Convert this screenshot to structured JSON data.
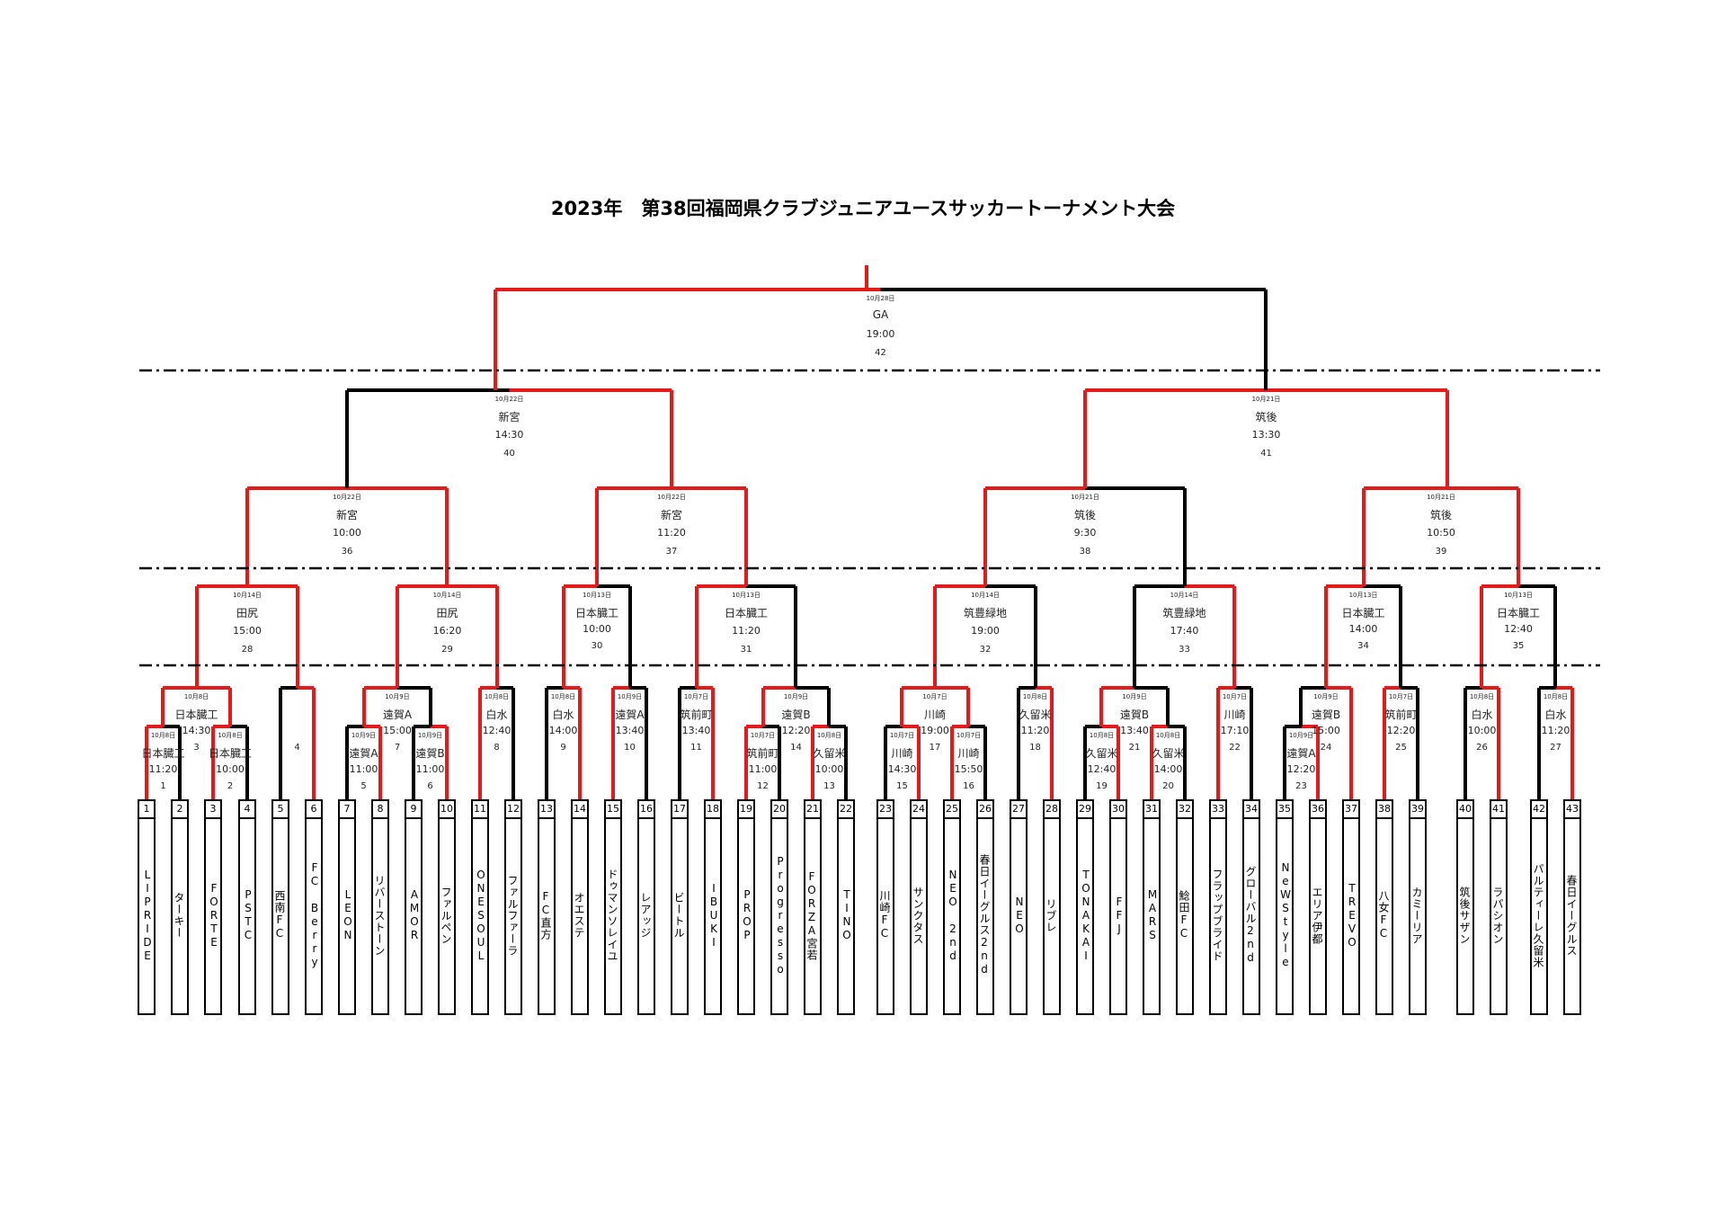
{
  "title": "2023年　第38回福岡県クラブジュニアユースサッカートーナメント大会",
  "colors": {
    "winner_line": "#e31b1b",
    "bracket_line": "#000000",
    "dash_line": "#000000"
  },
  "teams": [
    {
      "no": "1",
      "name": "LIPRIDE"
    },
    {
      "no": "2",
      "name": "ターキー"
    },
    {
      "no": "3",
      "name": "FORTE"
    },
    {
      "no": "4",
      "name": "PSTC"
    },
    {
      "no": "5",
      "name": "西南FC"
    },
    {
      "no": "6",
      "name": "FC Berry"
    },
    {
      "no": "7",
      "name": "LEON"
    },
    {
      "no": "8",
      "name": "リバーストーン"
    },
    {
      "no": "9",
      "name": "AMOR"
    },
    {
      "no": "10",
      "name": "ファルペン"
    },
    {
      "no": "11",
      "name": "ONESOUL"
    },
    {
      "no": "12",
      "name": "ファルファーラ"
    },
    {
      "no": "13",
      "name": "FC直方"
    },
    {
      "no": "14",
      "name": "オエステ"
    },
    {
      "no": "15",
      "name": "ドゥマンソレイユ"
    },
    {
      "no": "16",
      "name": "レアッジ"
    },
    {
      "no": "17",
      "name": "ビートル"
    },
    {
      "no": "18",
      "name": "IBUKI"
    },
    {
      "no": "19",
      "name": "PROP"
    },
    {
      "no": "20",
      "name": "Progresso"
    },
    {
      "no": "21",
      "name": "FORZA宮若"
    },
    {
      "no": "22",
      "name": "TINO"
    },
    {
      "no": "23",
      "name": "川崎FC"
    },
    {
      "no": "24",
      "name": "サンクタス"
    },
    {
      "no": "25",
      "name": "NEO 2nd"
    },
    {
      "no": "26",
      "name": "春日イーグルス2nd"
    },
    {
      "no": "27",
      "name": "NEO"
    },
    {
      "no": "28",
      "name": "リブレ"
    },
    {
      "no": "29",
      "name": "TONAKAI"
    },
    {
      "no": "30",
      "name": "FFJ"
    },
    {
      "no": "31",
      "name": "MARS"
    },
    {
      "no": "32",
      "name": "鯰田FC"
    },
    {
      "no": "33",
      "name": "フラップブライド"
    },
    {
      "no": "34",
      "name": "グローバル2nd"
    },
    {
      "no": "35",
      "name": "NeWStyle"
    },
    {
      "no": "36",
      "name": "エリア伊都"
    },
    {
      "no": "37",
      "name": "TREVO"
    },
    {
      "no": "38",
      "name": "八女FC"
    },
    {
      "no": "39",
      "name": "カミーリア"
    },
    {
      "no": "40",
      "name": "筑後サザン"
    },
    {
      "no": "41",
      "name": "ラパシオン"
    },
    {
      "no": "42",
      "name": "パルティーレ久留米"
    },
    {
      "no": "43",
      "name": "春日イーグルス"
    }
  ],
  "matches": [
    {
      "game": "1",
      "date": "10月8日",
      "venue": "日本臓工",
      "time": "11:20"
    },
    {
      "game": "2",
      "date": "10月8日",
      "venue": "日本臓工",
      "time": "10:00"
    },
    {
      "game": "3",
      "date": "10月8日",
      "venue": "日本臓工",
      "time": "14:30"
    },
    {
      "game": "4",
      "date": "",
      "venue": "",
      "time": ""
    },
    {
      "game": "5",
      "date": "10月9日",
      "venue": "遠賀A",
      "time": "11:00"
    },
    {
      "game": "6",
      "date": "10月9日",
      "venue": "遠賀B",
      "time": "11:00"
    },
    {
      "game": "7",
      "date": "10月9日",
      "venue": "遠賀A",
      "time": "15:00"
    },
    {
      "game": "8",
      "date": "10月8日",
      "venue": "白水",
      "time": "12:40"
    },
    {
      "game": "9",
      "date": "10月8日",
      "venue": "白水",
      "time": "14:00"
    },
    {
      "game": "10",
      "date": "10月9日",
      "venue": "遠賀A",
      "time": "13:40"
    },
    {
      "game": "11",
      "date": "10月7日",
      "venue": "筑前町",
      "time": "13:40"
    },
    {
      "game": "12",
      "date": "10月7日",
      "venue": "筑前町",
      "time": "11:00"
    },
    {
      "game": "13",
      "date": "10月8日",
      "venue": "久留米",
      "time": "10:00"
    },
    {
      "game": "14",
      "date": "10月9日",
      "venue": "遠賀B",
      "time": "12:20"
    },
    {
      "game": "15",
      "date": "10月7日",
      "venue": "川崎",
      "time": "14:30"
    },
    {
      "game": "16",
      "date": "10月7日",
      "venue": "川崎",
      "time": "15:50"
    },
    {
      "game": "17",
      "date": "10月7日",
      "venue": "川崎",
      "time": "19:00"
    },
    {
      "game": "18",
      "date": "10月8日",
      "venue": "久留米",
      "time": "11:20"
    },
    {
      "game": "19",
      "date": "10月8日",
      "venue": "久留米",
      "time": "12:40"
    },
    {
      "game": "20",
      "date": "10月8日",
      "venue": "久留米",
      "time": "14:00"
    },
    {
      "game": "21",
      "date": "10月9日",
      "venue": "遠賀B",
      "time": "13:40"
    },
    {
      "game": "22",
      "date": "10月7日",
      "venue": "川崎",
      "time": "17:10"
    },
    {
      "game": "23",
      "date": "10月9日",
      "venue": "遠賀A",
      "time": "12:20"
    },
    {
      "game": "24",
      "date": "10月9日",
      "venue": "遠賀B",
      "time": "15:00"
    },
    {
      "game": "25",
      "date": "10月7日",
      "venue": "筑前町",
      "time": "12:20"
    },
    {
      "game": "26",
      "date": "10月8日",
      "venue": "白水",
      "time": "10:00"
    },
    {
      "game": "27",
      "date": "10月8日",
      "venue": "白水",
      "time": "11:20"
    },
    {
      "game": "28",
      "date": "10月14日",
      "venue": "田尻",
      "time": "15:00"
    },
    {
      "game": "29",
      "date": "10月14日",
      "venue": "田尻",
      "time": "16:20"
    },
    {
      "game": "30",
      "date": "10月13日",
      "venue": "日本臓工",
      "time": "10:00"
    },
    {
      "game": "31",
      "date": "10月13日",
      "venue": "日本臓工",
      "time": "11:20"
    },
    {
      "game": "32",
      "date": "10月14日",
      "venue": "筑豊緑地",
      "time": "19:00"
    },
    {
      "game": "33",
      "date": "10月14日",
      "venue": "筑豊緑地",
      "time": "17:40"
    },
    {
      "game": "34",
      "date": "10月13日",
      "venue": "日本臓工",
      "time": "14:00"
    },
    {
      "game": "35",
      "date": "10月13日",
      "venue": "日本臓工",
      "time": "12:40"
    },
    {
      "game": "36",
      "date": "10月22日",
      "venue": "新宮",
      "time": "10:00"
    },
    {
      "game": "37",
      "date": "10月22日",
      "venue": "新宮",
      "time": "11:20"
    },
    {
      "game": "38",
      "date": "10月21日",
      "venue": "筑後",
      "time": "9:30"
    },
    {
      "game": "39",
      "date": "10月21日",
      "venue": "筑後",
      "time": "10:50"
    },
    {
      "game": "40",
      "date": "10月22日",
      "venue": "新宮",
      "time": "14:30"
    },
    {
      "game": "41",
      "date": "10月21日",
      "venue": "筑後",
      "time": "13:30"
    },
    {
      "game": "42",
      "date": "10月28日",
      "venue": "GA",
      "time": "19:00"
    }
  ]
}
